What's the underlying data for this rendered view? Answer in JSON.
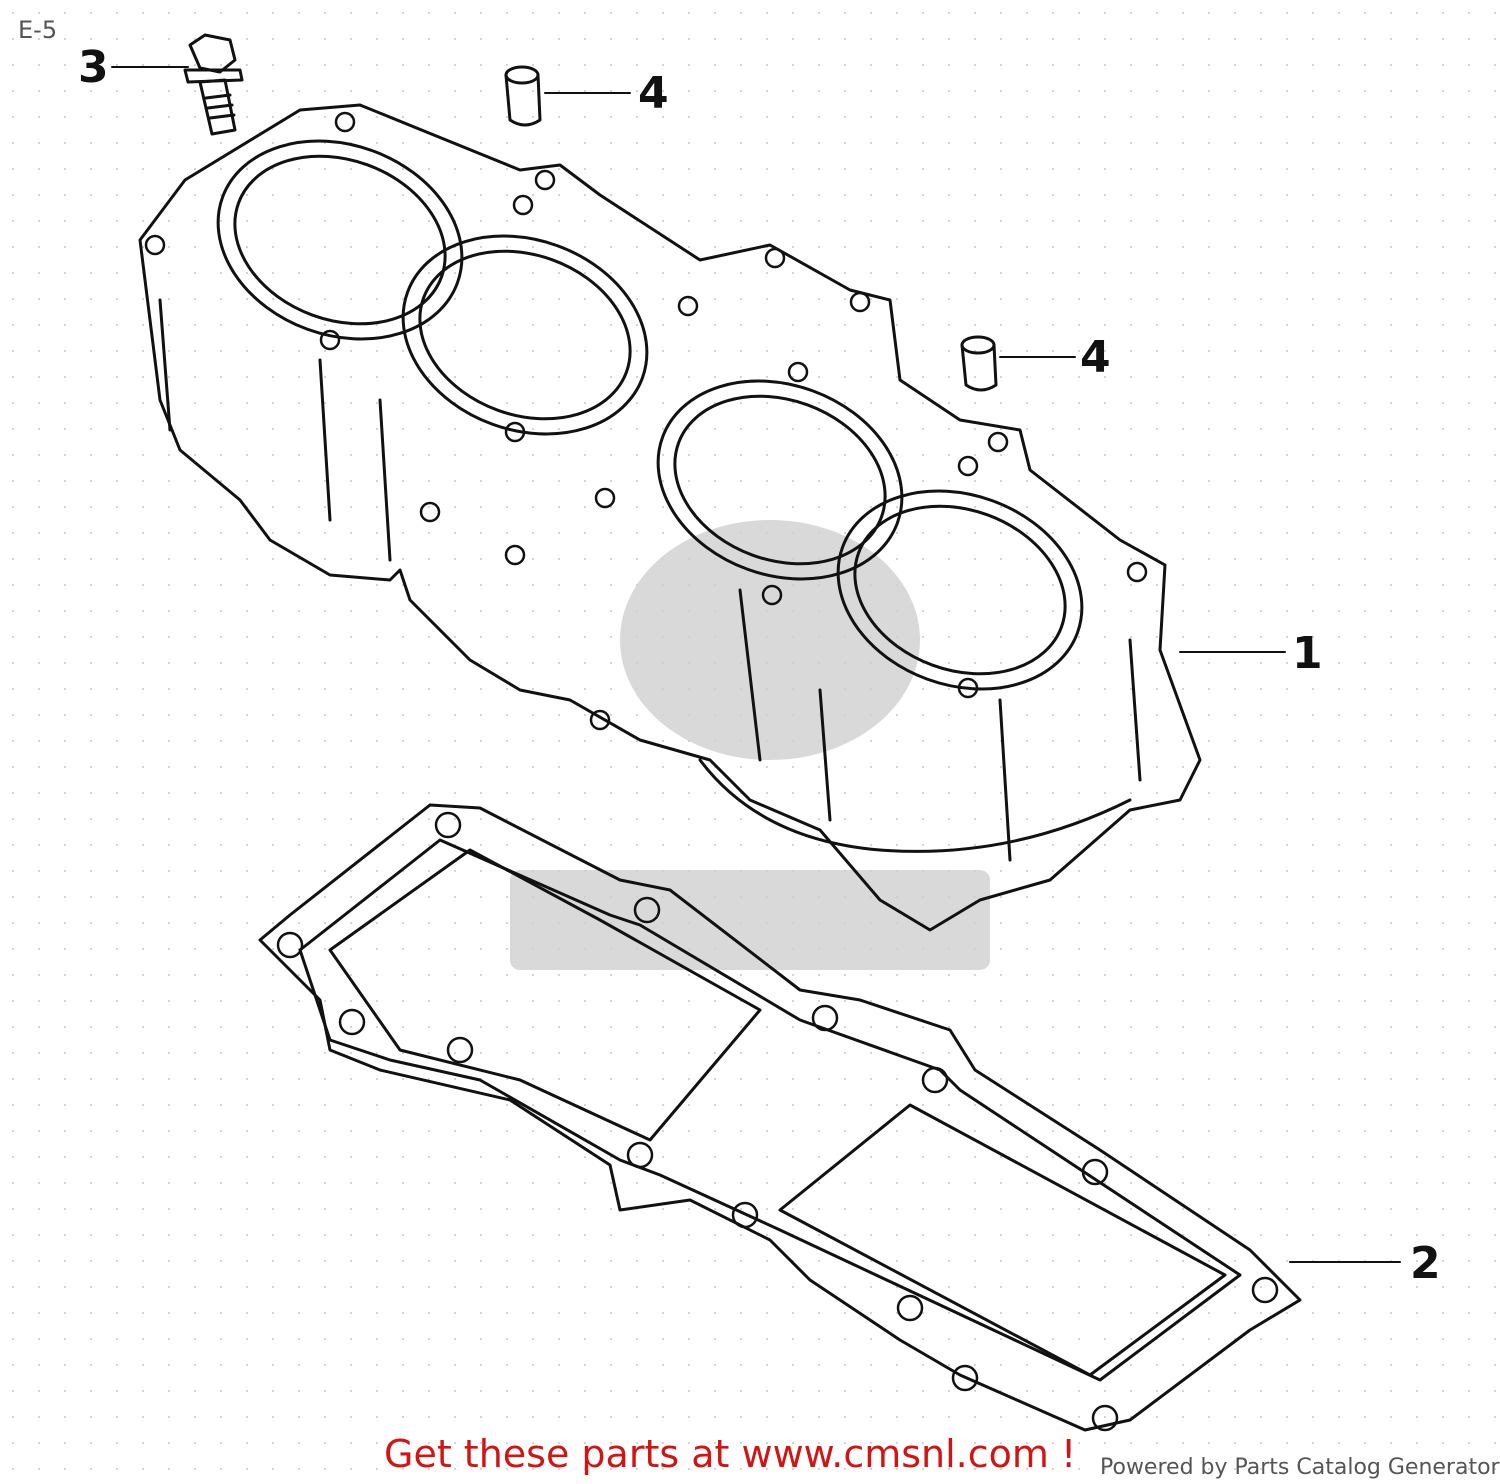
{
  "diagram": {
    "code": "E-5",
    "callouts": [
      {
        "id": "1",
        "label": "1"
      },
      {
        "id": "2",
        "label": "2"
      },
      {
        "id": "3",
        "label": "3"
      },
      {
        "id": "4a",
        "label": "4"
      },
      {
        "id": "4b",
        "label": "4"
      }
    ]
  },
  "footer": {
    "promo": "Get these parts at www.cmsnl.com !",
    "powered_by": "Powered by Parts Catalog Generator",
    "promo_color": "#d01515"
  }
}
